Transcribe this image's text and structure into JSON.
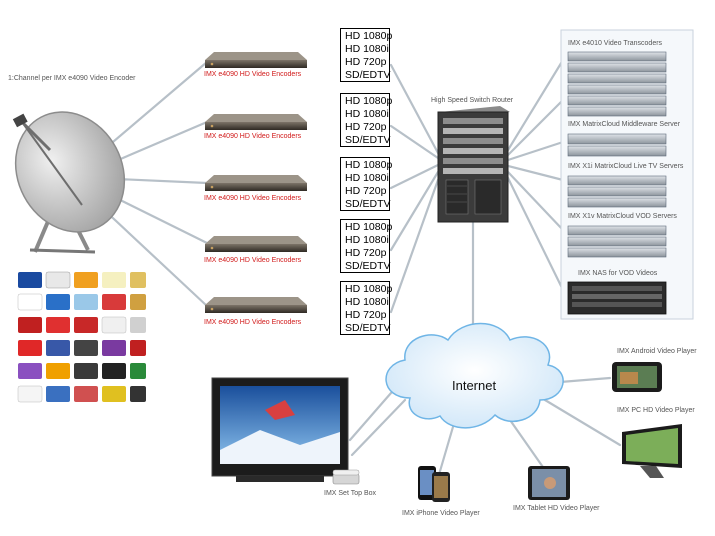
{
  "colors": {
    "line": "#b7c0c8",
    "encoder_label": "#d11a1a",
    "label": "#555555",
    "cloud": "#d7ecfb"
  },
  "source_label": "1:Channel per IMX e4090 Video Encoder",
  "encoder_label": "IMX e4090 HD Video Encoders",
  "formats": [
    "HD 1080p",
    "HD 1080i",
    "HD 720p",
    "SD/EDTV"
  ],
  "router_label": "High Speed Switch Router",
  "server_groups": [
    "IMX e4010 Video Transcoders",
    "IMX MatrixCloud Middleware Server",
    "IMX X1i MatrixCloud Live TV Servers",
    "IMX X1v MatrixCloud VOD Servers",
    "IMX NAS for VOD Videos"
  ],
  "cloud_label": "Internet",
  "devices": {
    "stb": "IMX Set Top Box",
    "iphone": "IMX iPhone Video Player",
    "tablet": "IMX Tablet HD Video Player",
    "android": "IMX Android Video Player",
    "pc": "IMX PC HD Video Player"
  },
  "icons": [
    "satellite-dish-icon",
    "encoder-device-icon",
    "switch-router-icon",
    "rack-server-icon",
    "nas-storage-icon",
    "cloud-icon",
    "television-icon",
    "set-top-box-icon",
    "iphone-icon",
    "tablet-icon",
    "android-phone-icon",
    "pc-monitor-icon",
    "channel-logo-icon"
  ]
}
